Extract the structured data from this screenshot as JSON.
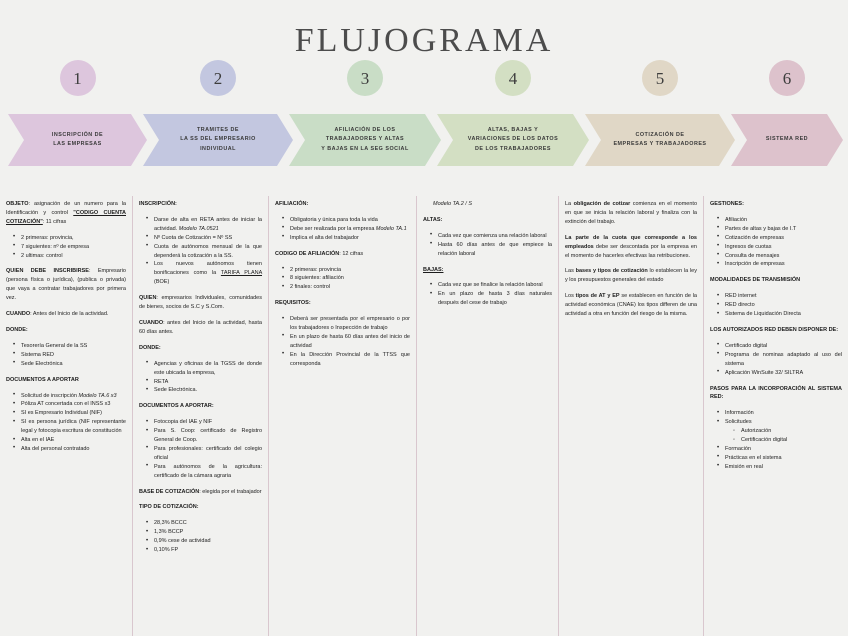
{
  "title": "FLUJOGRAMA",
  "colors": {
    "background": "#f1f1ef",
    "step1": "#ddc6dd",
    "step2": "#c3c7e0",
    "step3": "#c9ddc6",
    "step4": "#d3dfc3",
    "step5": "#e0d7c6",
    "step6": "#ddc2cc",
    "divider": "#d9c7ce",
    "title_text": "#4c4c4c"
  },
  "steps": [
    {
      "number": "1",
      "label": "INSCRIPCIÓN DE\nLAS EMPRESAS",
      "lines": [
        "INSCRIPCIÓN DE",
        "LAS EMPRESAS"
      ],
      "color": "#ddc6dd"
    },
    {
      "number": "2",
      "label": "TRAMITES DE\nLA SS DEL EMPRESARIO\nINDIVIDUAL",
      "lines": [
        "TRAMITES DE",
        "LA SS DEL EMPRESARIO",
        "INDIVIDUAL"
      ],
      "color": "#c3c7e0"
    },
    {
      "number": "3",
      "label": "AFILIACIÓN DE LOS\nTRABAJADORES Y ALTAS\nY BAJAS EN LA SEG SOCIAL",
      "lines": [
        "AFILIACIÓN DE LOS",
        "TRABAJADORES Y ALTAS",
        "Y BAJAS EN LA SEG SOCIAL"
      ],
      "color": "#c9ddc6"
    },
    {
      "number": "4",
      "label": "ALTAS, BAJAS Y\nVARIACIONES DE LOS DATOS\nDE LOS TRABAJADORES",
      "lines": [
        "ALTAS, BAJAS Y",
        "VARIACIONES DE LOS DATOS",
        "DE LOS TRABAJADORES"
      ],
      "color": "#d3dfc3"
    },
    {
      "number": "5",
      "label": "COTIZACIÓN DE\nEMPRESAS Y TRABAJADORES",
      "lines": [
        "COTIZACIÓN DE",
        "EMPRESAS Y TRABAJADORES"
      ],
      "color": "#e0d7c6"
    },
    {
      "number": "6",
      "label": "SISTEMA RED",
      "lines": [
        "SISTEMA RED"
      ],
      "color": "#ddc2cc"
    }
  ],
  "columns": [
    {
      "id": "col-inscripcion-empresas",
      "blocks": [
        {
          "kind": "para",
          "runs": [
            {
              "t": "OBJETO",
              "b": true
            },
            {
              "t": ": asignación de un numero para la Identificación y control "
            },
            {
              "t": "\"CODIGO CUENTA COTIZACIÓN\"",
              "b": true,
              "u": true
            },
            {
              "t": ": 11 cifras"
            }
          ]
        },
        {
          "kind": "list",
          "items": [
            {
              "runs": [
                {
                  "t": "2 primeras: provincia,"
                }
              ]
            },
            {
              "runs": [
                {
                  "t": "7 siguientes: nº de empresa"
                }
              ]
            },
            {
              "runs": [
                {
                  "t": "2 ultimas: control"
                }
              ]
            }
          ]
        },
        {
          "kind": "para",
          "runs": [
            {
              "t": "QUIEN DEBE INSCRIBIRSE",
              "b": true
            },
            {
              "t": ": Empresario (persona física o jurídica), (publica o privada) que vaya a contratar trabajadores por primera vez."
            }
          ]
        },
        {
          "kind": "para",
          "runs": [
            {
              "t": "CUANDO",
              "b": true
            },
            {
              "t": ": Antes del Inicio de la actividad."
            }
          ]
        },
        {
          "kind": "para",
          "runs": [
            {
              "t": "DONDE:",
              "b": true
            }
          ]
        },
        {
          "kind": "list",
          "items": [
            {
              "runs": [
                {
                  "t": "Tesorería General de la SS"
                }
              ]
            },
            {
              "runs": [
                {
                  "t": "Sistema RED"
                }
              ]
            },
            {
              "runs": [
                {
                  "t": "Sede Electrónica"
                }
              ]
            }
          ]
        },
        {
          "kind": "para",
          "runs": [
            {
              "t": "DOCUMENTOS A APORTAR",
              "b": true
            }
          ]
        },
        {
          "kind": "list",
          "items": [
            {
              "runs": [
                {
                  "t": "Solicitud de inscripción "
                },
                {
                  "t": "Modelo TA.6 x3",
                  "i": true
                }
              ]
            },
            {
              "runs": [
                {
                  "t": "Póliza AT concertada con el INSS x3"
                }
              ]
            },
            {
              "runs": [
                {
                  "t": "SI es Empresario Individual (NIF)"
                }
              ]
            },
            {
              "runs": [
                {
                  "t": "SI es persona jurídica (NIF representante legal y fotocopia escritura de constitución"
                }
              ]
            },
            {
              "runs": [
                {
                  "t": "Alta en el IAE"
                }
              ]
            },
            {
              "runs": [
                {
                  "t": "Alta del personal contratado"
                }
              ]
            }
          ]
        }
      ]
    },
    {
      "id": "col-tramites-ss-empresario",
      "blocks": [
        {
          "kind": "para",
          "runs": [
            {
              "t": "INSCRIPCIÓN:",
              "b": true
            }
          ]
        },
        {
          "kind": "list",
          "items": [
            {
              "runs": [
                {
                  "t": "Darse de alta en RETA antes de iniciar la actividad. "
                },
                {
                  "t": "Modelo TA.0521",
                  "i": true
                }
              ]
            },
            {
              "runs": [
                {
                  "t": "Nº Cuota de Cotización = Nº SS"
                }
              ]
            },
            {
              "runs": [
                {
                  "t": "Cuota de autónomos mensual de la que dependerá la cotización a la SS."
                }
              ]
            },
            {
              "runs": [
                {
                  "t": "Los nuevos autónomos tienen bonificaciones como la "
                },
                {
                  "t": "TARIFA PLANA",
                  "u": true
                },
                {
                  "t": " (BOE)"
                }
              ]
            }
          ]
        },
        {
          "kind": "para",
          "runs": [
            {
              "t": "QUIEN",
              "b": true
            },
            {
              "t": ": empresarios Individuales, comunidades de bienes, socios de S.C y S.Com."
            }
          ]
        },
        {
          "kind": "para",
          "runs": [
            {
              "t": "CUANDO",
              "b": true
            },
            {
              "t": ": antes del Inicio de la actividad, hasta 60 días antes."
            }
          ]
        },
        {
          "kind": "para",
          "runs": [
            {
              "t": "DONDE:",
              "b": true
            }
          ]
        },
        {
          "kind": "list",
          "items": [
            {
              "runs": [
                {
                  "t": "Agencias y oficinas de la TGSS de donde este ubicada la empresa,"
                }
              ]
            },
            {
              "runs": [
                {
                  "t": "RETA"
                }
              ]
            },
            {
              "runs": [
                {
                  "t": "Sede Electrónica."
                }
              ]
            }
          ]
        },
        {
          "kind": "para",
          "runs": [
            {
              "t": "DOCUMENTOS A APORTAR:",
              "b": true
            }
          ]
        },
        {
          "kind": "list",
          "items": [
            {
              "runs": [
                {
                  "t": "Fotocopia del IAE y NIF"
                }
              ]
            },
            {
              "runs": [
                {
                  "t": "Para S. Coop: certificado de Registro General de Coop."
                }
              ]
            },
            {
              "runs": [
                {
                  "t": "Para profesionales: certificado del colegio oficial"
                }
              ]
            },
            {
              "runs": [
                {
                  "t": "Para autónomos de la agricultura: certificado de la cámara agraria"
                }
              ]
            }
          ]
        },
        {
          "kind": "para",
          "runs": [
            {
              "t": "BASE DE COTIZACIÓN",
              "b": true
            },
            {
              "t": ": elegida por el trabajador"
            }
          ]
        },
        {
          "kind": "para",
          "runs": [
            {
              "t": "TIPO DE COTIZACIÓN:",
              "b": true
            }
          ]
        },
        {
          "kind": "list",
          "items": [
            {
              "runs": [
                {
                  "t": "28,3% BCCC"
                }
              ]
            },
            {
              "runs": [
                {
                  "t": "1,3% BCCP"
                }
              ]
            },
            {
              "runs": [
                {
                  "t": "0,9% cese de actividad"
                }
              ]
            },
            {
              "runs": [
                {
                  "t": "0,10% FP"
                }
              ]
            }
          ]
        }
      ]
    },
    {
      "id": "col-afiliacion",
      "blocks": [
        {
          "kind": "para",
          "runs": [
            {
              "t": "AFILIACIÓN:",
              "b": true
            }
          ]
        },
        {
          "kind": "list",
          "items": [
            {
              "runs": [
                {
                  "t": "Obligatoria y única para toda la vida"
                }
              ]
            },
            {
              "runs": [
                {
                  "t": "Debe ser realizada por la empresa "
                },
                {
                  "t": "Modelo TA.1",
                  "i": true
                }
              ]
            },
            {
              "runs": [
                {
                  "t": "Implica el alta del trabajador"
                }
              ]
            }
          ]
        },
        {
          "kind": "para",
          "runs": [
            {
              "t": "CODIGO DE AFILIACIÓN",
              "b": true
            },
            {
              "t": ": 12 cifras"
            }
          ]
        },
        {
          "kind": "list",
          "items": [
            {
              "runs": [
                {
                  "t": "2 primeras: provincia"
                }
              ]
            },
            {
              "runs": [
                {
                  "t": "8 siguientes: afiliación"
                }
              ]
            },
            {
              "runs": [
                {
                  "t": "2 finales: control"
                }
              ]
            }
          ]
        },
        {
          "kind": "para",
          "runs": [
            {
              "t": "REQUISITOS:",
              "b": true
            }
          ]
        },
        {
          "kind": "list",
          "items": [
            {
              "runs": [
                {
                  "t": "Deberá ser presentada por el empresario o por los trabajadores o Inspección de trabajo"
                }
              ]
            },
            {
              "runs": [
                {
                  "t": "En un plazo de hasta 60 días antes del inicio de actividad"
                }
              ]
            },
            {
              "runs": [
                {
                  "t": "En la Dirección Provincial de la TTSS que corresponda"
                }
              ]
            }
          ]
        }
      ]
    },
    {
      "id": "col-altas-bajas",
      "blocks": [
        {
          "kind": "para",
          "indent": true,
          "runs": [
            {
              "t": "Modelo TA.2 / S",
              "i": true
            }
          ]
        },
        {
          "kind": "para",
          "runs": [
            {
              "t": "ALTAS:",
              "b": true
            }
          ]
        },
        {
          "kind": "list",
          "items": [
            {
              "runs": [
                {
                  "t": "Cada vez que comienza una relación laboral"
                }
              ]
            },
            {
              "runs": [
                {
                  "t": "Hasta 60 días antes de que empiece la relación laboral"
                }
              ]
            }
          ]
        },
        {
          "kind": "para",
          "runs": [
            {
              "t": "BAJAS:",
              "b": true,
              "u": true
            }
          ]
        },
        {
          "kind": "list",
          "items": [
            {
              "runs": [
                {
                  "t": "Cada vez que se finalice la relación laboral"
                }
              ]
            },
            {
              "runs": [
                {
                  "t": "En un plazo de hasta 3 días naturales después del cese de trabajo"
                }
              ]
            }
          ]
        }
      ]
    },
    {
      "id": "col-cotizacion",
      "blocks": [
        {
          "kind": "para",
          "runs": [
            {
              "t": "La "
            },
            {
              "t": "obligación de cotizar",
              "b": true
            },
            {
              "t": " comienza en el momento en que se inicia la relación laboral y finaliza con la extinción del trabajo."
            }
          ]
        },
        {
          "kind": "para",
          "runs": [
            {
              "t": "La parte de la cuota que corresponde a los empleados",
              "b": true
            },
            {
              "t": " debe ser descontada por la empresa en el momento de hacerles efectivas las retribuciones."
            }
          ]
        },
        {
          "kind": "para",
          "runs": [
            {
              "t": "Las "
            },
            {
              "t": "bases y tipos de cotización",
              "b": true
            },
            {
              "t": " lo establecen la ley y los presupuestos generales del estado"
            }
          ]
        },
        {
          "kind": "para",
          "runs": [
            {
              "t": "Los "
            },
            {
              "t": "tipos de AT y EP",
              "b": true
            },
            {
              "t": " se establecen en función de la actividad económica (CNAE) los tipos differen de una actividad a otra en función del riesgo de la misma."
            }
          ]
        }
      ]
    },
    {
      "id": "col-sistema-red",
      "blocks": [
        {
          "kind": "para",
          "runs": [
            {
              "t": "GESTIONES:",
              "b": true
            }
          ]
        },
        {
          "kind": "list",
          "items": [
            {
              "runs": [
                {
                  "t": "Afiliación"
                }
              ]
            },
            {
              "runs": [
                {
                  "t": "Partes de altas y bajas de I.T"
                }
              ]
            },
            {
              "runs": [
                {
                  "t": "Cotización de empresas"
                }
              ]
            },
            {
              "runs": [
                {
                  "t": "Ingresos de cuotas"
                }
              ]
            },
            {
              "runs": [
                {
                  "t": "Consulta de mensajes"
                }
              ]
            },
            {
              "runs": [
                {
                  "t": "Inscripción de empresas"
                }
              ]
            }
          ]
        },
        {
          "kind": "para",
          "runs": [
            {
              "t": "MODALIDADES DE TRANSMISIÓN",
              "b": true
            }
          ]
        },
        {
          "kind": "list",
          "items": [
            {
              "runs": [
                {
                  "t": "RED internet"
                }
              ]
            },
            {
              "runs": [
                {
                  "t": "RED directo"
                }
              ]
            },
            {
              "runs": [
                {
                  "t": "Sistema de Liquidación Directa"
                }
              ]
            }
          ]
        },
        {
          "kind": "para",
          "runs": [
            {
              "t": "LOS AUTORIZADOS RED DEBEN DISPONER DE:",
              "b": true
            }
          ]
        },
        {
          "kind": "list",
          "items": [
            {
              "runs": [
                {
                  "t": "Certificado digital"
                }
              ]
            },
            {
              "runs": [
                {
                  "t": "Programa de nominas adaptado al uso del sistema"
                }
              ]
            },
            {
              "runs": [
                {
                  "t": "Aplicación WinSuite 32/ SILTRA"
                }
              ]
            }
          ]
        },
        {
          "kind": "para",
          "runs": [
            {
              "t": "PASOS PARA LA INCORPORACIÓN AL SISTEMA RED:",
              "b": true
            }
          ]
        },
        {
          "kind": "list",
          "items": [
            {
              "runs": [
                {
                  "t": "Información"
                }
              ]
            },
            {
              "runs": [
                {
                  "t": "Solicitudes"
                }
              ],
              "sub": [
                {
                  "runs": [
                    {
                      "t": "Autorización"
                    }
                  ]
                },
                {
                  "runs": [
                    {
                      "t": "Certificación digital"
                    }
                  ]
                }
              ]
            },
            {
              "runs": [
                {
                  "t": "Formación"
                }
              ]
            },
            {
              "runs": [
                {
                  "t": "Prácticas en el sistema"
                }
              ]
            },
            {
              "runs": [
                {
                  "t": "Emisión en real"
                }
              ]
            }
          ]
        }
      ]
    }
  ]
}
